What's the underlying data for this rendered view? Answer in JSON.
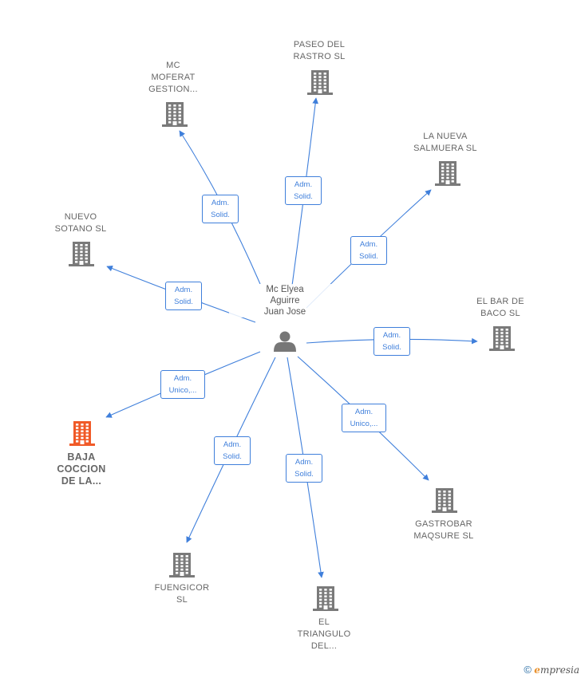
{
  "center": {
    "label": "Mc Elyea\nAguirre\nJuan Jose",
    "icon": "person-icon"
  },
  "colors": {
    "edge": "#3f7fdb",
    "building": "#7a7a7a",
    "highlight": "#f05a28",
    "person": "#777777"
  },
  "nodes": [
    {
      "id": "paseo",
      "label": "PASEO DEL\nRASTRO  SL",
      "edge": "Adm.\nSolid.",
      "icon": "building-icon"
    },
    {
      "id": "moferat",
      "label": "MC\nMOFERAT\nGESTION...",
      "edge": "Adm.\nSolid.",
      "icon": "building-icon"
    },
    {
      "id": "salmuera",
      "label": "LA NUEVA\nSALMUERA  SL",
      "edge": "Adm.\nSolid.",
      "icon": "building-icon"
    },
    {
      "id": "sotano",
      "label": "NUEVO\nSOTANO  SL",
      "edge": "Adm.\nSolid.",
      "icon": "building-icon"
    },
    {
      "id": "baco",
      "label": "EL BAR DE\nBACO  SL",
      "edge": "Adm.\nSolid.",
      "icon": "building-icon"
    },
    {
      "id": "baja",
      "label": "BAJA\nCOCCION\nDE LA...",
      "edge": "Adm.\nUnico,...",
      "icon": "building-icon",
      "highlight": true
    },
    {
      "id": "gastrobar",
      "label": "GASTROBAR\nMAQSURE SL",
      "edge": "Adm.\nUnico,...",
      "icon": "building-icon"
    },
    {
      "id": "fuengicor",
      "label": "FUENGICOR\nSL",
      "edge": "Adm.\nSolid.",
      "icon": "building-icon"
    },
    {
      "id": "triangulo",
      "label": "EL\nTRIANGULO\nDEL...",
      "edge": "Adm.\nSolid.",
      "icon": "building-icon"
    }
  ],
  "footer": {
    "copyright": "©",
    "brand_initial": "e",
    "brand_rest": "mpresia"
  }
}
